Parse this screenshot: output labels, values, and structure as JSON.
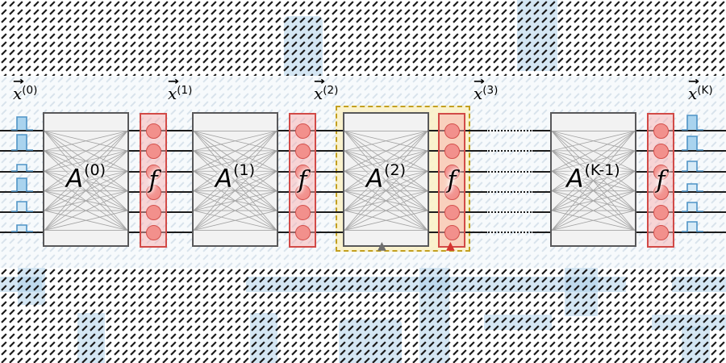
{
  "diagram": {
    "stage_labels": [
      {
        "arrow": "→",
        "base": "x",
        "sup": "(0)"
      },
      {
        "arrow": "→",
        "base": "x",
        "sup": "(1)"
      },
      {
        "arrow": "→",
        "base": "x",
        "sup": "(2)"
      },
      {
        "arrow": "→",
        "base": "x",
        "sup": "(3)"
      },
      {
        "arrow": "→",
        "base": "x",
        "sup": "(K)"
      }
    ],
    "weight_blocks": [
      {
        "base": "A",
        "sup": "(0)"
      },
      {
        "base": "A",
        "sup": "(1)"
      },
      {
        "base": "A",
        "sup": "(2)"
      },
      {
        "base": "A",
        "sup": "(K-1)"
      }
    ],
    "activation_label": "f",
    "highlight_markers": {
      "weight_marker": "▲",
      "activation_marker": "▲"
    },
    "num_wires": 6,
    "input_pulse_heights": [
      16,
      19,
      8,
      16,
      12,
      8
    ],
    "output_pulse_heights": [
      18,
      17,
      12,
      9,
      11,
      12
    ],
    "colors": {
      "wire": "#1c1c1c",
      "block_fill": "#f2f2f2",
      "block_border": "#58585a",
      "fan_line": "#a3a3a3",
      "activation_fill": "#f8adad",
      "activation_border": "#d24a47",
      "neuron_fill": "#f2908c",
      "neuron_border": "#d4504c",
      "pulse_fill_strong": "#a9d3ee",
      "pulse_fill_soft": "#d6eaf7",
      "pulse_stroke": "#4e93c6",
      "highlight_fill": "#faf1c9",
      "highlight_border": "#c3a020",
      "marker_gray": "#6e6e6e",
      "marker_red": "#d63430",
      "hatch_dark": "#1a1a1a",
      "hatch_light": "#d9e3ec",
      "decor_blue": "#a9cde8"
    }
  }
}
